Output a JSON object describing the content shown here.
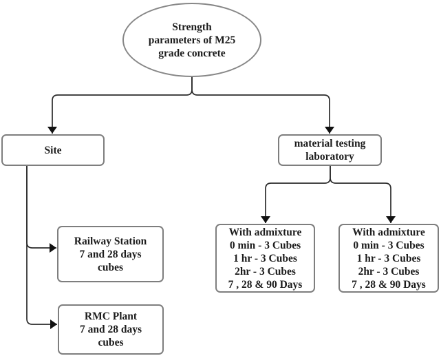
{
  "colors": {
    "node_border": "#7e7e7e",
    "ellipse_border": "#878787",
    "connector_line": "#2b2b2b",
    "arrowhead": "#111111",
    "node_text": "#1c1c1c",
    "background": "#ffffff"
  },
  "nodes": {
    "root": {
      "shape": "ellipse",
      "label": "Strength\nparameters of M25\ngrade concrete"
    },
    "site": {
      "shape": "rounded-rect",
      "label": "Site"
    },
    "lab": {
      "shape": "rounded-rect",
      "label": "material testing\nlaboratory"
    },
    "railway_station": {
      "shape": "rounded-rect",
      "label": "Railway Station\n7 and 28 days\ncubes"
    },
    "rmc_plant": {
      "shape": "rounded-rect",
      "label": "RMC Plant\n7 and 28 days\ncubes"
    },
    "admixture_left": {
      "shape": "rounded-rect",
      "label": "With admixture\n0 min - 3 Cubes\n1 hr - 3 Cubes\n2hr - 3 Cubes\n7 , 28 & 90 Days"
    },
    "admixture_right": {
      "shape": "rounded-rect",
      "label": "With admixture\n0 min - 3 Cubes\n1 hr - 3 Cubes\n2hr - 3 Cubes\n7 , 28 & 90 Days"
    }
  },
  "edges": [
    {
      "from": "root",
      "to": "site",
      "arrow": "down"
    },
    {
      "from": "root",
      "to": "lab",
      "arrow": "down"
    },
    {
      "from": "site",
      "to": "railway_station",
      "arrow": "right"
    },
    {
      "from": "site",
      "to": "rmc_plant",
      "arrow": "right"
    },
    {
      "from": "lab",
      "to": "admixture_left",
      "arrow": "down"
    },
    {
      "from": "lab",
      "to": "admixture_right",
      "arrow": "down"
    }
  ]
}
